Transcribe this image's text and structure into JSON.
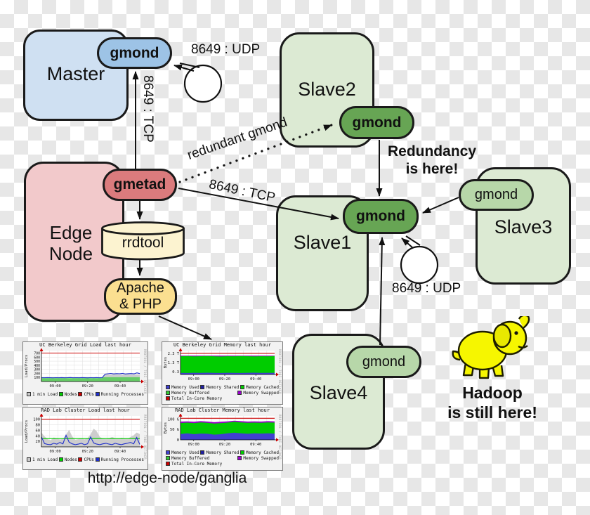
{
  "canvas": {
    "checker_light": "#ffffff",
    "checker_dark": "#e7e7e7"
  },
  "diagram": {
    "master": {
      "label": "Master",
      "fill": "#cfe0f2"
    },
    "master_gmond": {
      "label": "gmond",
      "fill": "#9dc3e6"
    },
    "edge_node": {
      "line1": "Edge",
      "line2": "Node",
      "fill": "#f2c9cb"
    },
    "gmetad": {
      "label": "gmetad",
      "fill": "#db7b7d"
    },
    "rrdtool": {
      "label": "rrdtool",
      "fill": "#fcf3d0"
    },
    "apache": {
      "line1": "Apache",
      "line2": "& PHP",
      "fill": "#fbdf90"
    },
    "slave1": {
      "label": "Slave1",
      "fill": "#dcead3"
    },
    "slave1_gmond": {
      "label": "gmond",
      "fill": "#67a554"
    },
    "slave2": {
      "label": "Slave2",
      "fill": "#dcead3"
    },
    "slave2_gmond": {
      "label": "gmond",
      "fill": "#67a554"
    },
    "slave3": {
      "label": "Slave3",
      "fill": "#dcead3"
    },
    "slave3_gmond": {
      "label": "gmond",
      "fill": "#b7d7a9"
    },
    "slave4": {
      "label": "Slave4",
      "fill": "#dcead3"
    },
    "slave4_gmond": {
      "label": "gmond",
      "fill": "#b7d7a9"
    }
  },
  "annotations": {
    "master_udp": "8649 : UDP",
    "master_tcp": "8649 : TCP",
    "redundant_gmond": "redundant gmond",
    "slave_tcp": "8649 : TCP",
    "slave_udp": "8649 : UDP",
    "redundancy_line1": "Redundancy",
    "redundancy_line2": "is here!",
    "hadoop_line1": "Hadoop",
    "hadoop_line2": "is still here!",
    "url": "http://edge-node/ganglia"
  },
  "chart_data": [
    {
      "type": "area",
      "title": "UC Berkeley Grid Load last hour",
      "ylabel": "Load/Procs",
      "ylim": [
        0,
        760
      ],
      "tfs": 4.8,
      "yticks": [
        {
          "v": 100,
          "t": "100"
        },
        {
          "v": 200,
          "t": "200"
        },
        {
          "v": 300,
          "t": "300"
        },
        {
          "v": 400,
          "t": "400"
        },
        {
          "v": 500,
          "t": "500"
        },
        {
          "v": 600,
          "t": "600"
        },
        {
          "v": 700,
          "t": "700"
        }
      ],
      "xticks": [
        "09:00",
        "09:20",
        "09:40"
      ],
      "watermark": "RRDTOOL / TOBI OETIKER",
      "series": [
        {
          "name": "1 min Load",
          "type": "area",
          "color": "#cdcdcd",
          "opacity": 1,
          "values": [
            72,
            68,
            75,
            70,
            66,
            72,
            69,
            74,
            70,
            67,
            71,
            69,
            73,
            70,
            68,
            72,
            70,
            66,
            70,
            69,
            71,
            70,
            168,
            176,
            172,
            180,
            174,
            170,
            177,
            173,
            179,
            172,
            175,
            178,
            173
          ]
        },
        {
          "name": "Nodes",
          "type": "area",
          "color": "#00cc00",
          "opacity": 0.5,
          "values": [
            105,
            105
          ]
        },
        {
          "name": "CPUs",
          "type": "line",
          "color": "#cc0000",
          "values": [
            700,
            700
          ]
        },
        {
          "name": "Running Processes",
          "type": "line",
          "color": "#2030cc",
          "values": [
            94,
            91,
            97,
            93,
            90,
            95,
            92,
            96,
            91,
            94,
            98,
            92,
            95,
            91,
            96,
            93,
            90,
            95,
            92,
            96,
            91,
            93,
            182,
            190,
            198,
            186,
            193,
            189,
            200,
            185,
            192,
            196,
            188,
            212,
            195
          ]
        }
      ],
      "legend_rows": [
        [
          {
            "l": "1 min Load",
            "c": "#c8c8c8"
          },
          {
            "l": "Nodes",
            "c": "#00cc00"
          },
          {
            "l": "CPUs",
            "c": "#cc0000"
          },
          {
            "l": "Running Processes",
            "c": "#2030cc"
          }
        ]
      ]
    },
    {
      "type": "area",
      "title": "UC Berkeley Grid Memory last hour",
      "ylabel": "Bytes",
      "ylim": [
        0,
        2.6
      ],
      "tfs": 5.4,
      "yticks": [
        {
          "v": 0.3,
          "t": "0.3"
        },
        {
          "v": 1.3,
          "t": "1.3 T"
        },
        {
          "v": 2.3,
          "t": "2.3 T"
        }
      ],
      "xticks": [
        "09:00",
        "09:20",
        "09:40"
      ],
      "watermark": "RRDTOOL / TOBI OETIKER",
      "series": [
        {
          "name": "Memory Swapped",
          "type": "area",
          "color": "#9900cc",
          "opacity": 1,
          "values": [
            2.06,
            2.06
          ]
        },
        {
          "name": "Memory Cached",
          "type": "area",
          "color": "#00cc00",
          "opacity": 1,
          "values": [
            1.98,
            2.0,
            1.97,
            1.99,
            2.0,
            1.98,
            1.96,
            1.99,
            1.98,
            2.0,
            1.99,
            1.97,
            1.99,
            1.98,
            2.0
          ]
        },
        {
          "name": "Memory Used",
          "type": "area",
          "color": "#4040d0",
          "opacity": 1,
          "values": [
            0.17,
            0.16,
            0.18,
            0.17,
            0.19,
            0.17,
            0.16,
            0.18,
            0.17,
            0.16,
            0.18,
            0.19,
            0.17,
            0.18,
            0.17
          ]
        },
        {
          "name": "Total In-Core Memory",
          "type": "line",
          "color": "#cc0000",
          "values": [
            2.3,
            2.3
          ]
        }
      ],
      "legend_rows": [
        [
          {
            "l": "Memory Used",
            "c": "#4040d0"
          },
          {
            "l": "Memory Shared",
            "c": "#2020a0"
          },
          {
            "l": "Memory Cached",
            "c": "#00cc00"
          }
        ],
        [
          {
            "l": "Memory Buffered",
            "c": "#33cc33"
          },
          {
            "l": "Memory Swapped",
            "c": "#9900cc"
          }
        ],
        [
          {
            "l": "Total In-Core Memory",
            "c": "#cc0000"
          }
        ]
      ]
    },
    {
      "type": "area",
      "title": "RAD Lab Cluster Load last hour",
      "ylabel": "Load/Procs",
      "ylim": [
        0,
        112
      ],
      "tfs": 5.4,
      "yticks": [
        {
          "v": 20,
          "t": "20"
        },
        {
          "v": 40,
          "t": "40"
        },
        {
          "v": 60,
          "t": "60"
        },
        {
          "v": 80,
          "t": "80"
        },
        {
          "v": 100,
          "t": "100"
        }
      ],
      "xticks": [
        "09:00",
        "09:20",
        "09:40"
      ],
      "watermark": "RRDTOOL / TOBI OETIKER",
      "series": [
        {
          "name": "1 min Load",
          "type": "area",
          "color": "#cdcdcd",
          "opacity": 1,
          "values": [
            52,
            38,
            28,
            24,
            34,
            30,
            27,
            29,
            44,
            62,
            38,
            26,
            28,
            31,
            27,
            31,
            46,
            66,
            56,
            36,
            30,
            28,
            31,
            36,
            31,
            29,
            33,
            31,
            29,
            36,
            42,
            52,
            46
          ]
        },
        {
          "name": "Nodes",
          "type": "line",
          "color": "#00cc00",
          "values": [
            30,
            30
          ]
        },
        {
          "name": "CPUs",
          "type": "line",
          "color": "#cc0000",
          "values": [
            100,
            100
          ]
        },
        {
          "name": "Running Processes",
          "type": "line",
          "color": "#2030cc",
          "values": [
            36,
            12,
            9,
            8,
            13,
            10,
            16,
            11,
            42,
            17,
            11,
            8,
            10,
            13,
            8,
            11,
            36,
            14,
            10,
            8,
            11,
            13,
            10,
            8,
            13,
            10,
            8,
            11,
            13,
            16,
            11,
            34,
            9
          ]
        }
      ],
      "legend_rows": [
        [
          {
            "l": "1 min Load",
            "c": "#c8c8c8"
          },
          {
            "l": "Nodes",
            "c": "#00cc00"
          },
          {
            "l": "CPUs",
            "c": "#cc0000"
          },
          {
            "l": "Running Processes",
            "c": "#2030cc"
          }
        ]
      ]
    },
    {
      "type": "area",
      "title": "RAD Lab Cluster Memory last hour",
      "ylabel": "Bytes",
      "ylim": [
        0,
        115
      ],
      "tfs": 5.4,
      "yticks": [
        {
          "v": 0,
          "t": "0"
        },
        {
          "v": 50,
          "t": "50 G"
        },
        {
          "v": 100,
          "t": "100 G"
        }
      ],
      "xticks": [
        "09:00",
        "09:20",
        "09:40"
      ],
      "watermark": "RRDTOOL / TOBI OETIKER",
      "series": [
        {
          "name": "Memory Swapped",
          "type": "area",
          "color": "#9900cc",
          "opacity": 1,
          "values": [
            88,
            89,
            87,
            90,
            88,
            85,
            87,
            89,
            92,
            90,
            88,
            89,
            88,
            90,
            89
          ]
        },
        {
          "name": "Memory Cached",
          "type": "area",
          "color": "#00cc00",
          "opacity": 1,
          "values": [
            81,
            83,
            80,
            84,
            82,
            78,
            80,
            83,
            87,
            84,
            82,
            83,
            82,
            84,
            83
          ]
        },
        {
          "name": "Memory Used",
          "type": "area",
          "color": "#4040d0",
          "opacity": 1,
          "values": [
            28,
            31,
            27,
            30,
            29,
            25,
            27,
            31,
            34,
            31,
            29,
            31,
            30,
            31,
            30
          ]
        },
        {
          "name": "Total In-Core Memory",
          "type": "line",
          "color": "#cc0000",
          "values": [
            104,
            104
          ]
        }
      ],
      "legend_rows": [
        [
          {
            "l": "Memory Used",
            "c": "#4040d0"
          },
          {
            "l": "Memory Shared",
            "c": "#2020a0"
          },
          {
            "l": "Memory Cached",
            "c": "#00cc00"
          }
        ],
        [
          {
            "l": "Memory Buffered",
            "c": "#33cc33"
          },
          {
            "l": "Memory Swapped",
            "c": "#9900cc"
          }
        ],
        [
          {
            "l": "Total In-Core Memory",
            "c": "#cc0000"
          }
        ]
      ]
    }
  ]
}
